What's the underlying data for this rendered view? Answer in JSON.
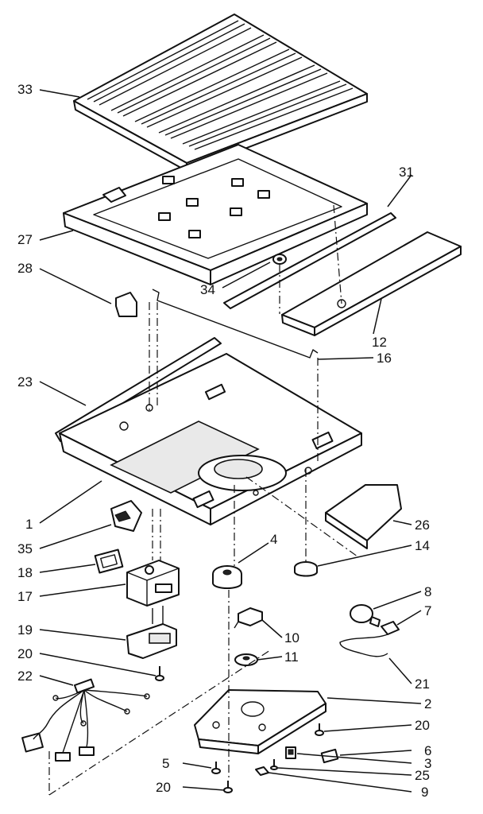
{
  "diagram": {
    "callouts": [
      {
        "id": "c33",
        "label": "33"
      },
      {
        "id": "c31",
        "label": "31"
      },
      {
        "id": "c27",
        "label": "27"
      },
      {
        "id": "c28",
        "label": "28"
      },
      {
        "id": "c34",
        "label": "34"
      },
      {
        "id": "c12",
        "label": "12"
      },
      {
        "id": "c16",
        "label": "16"
      },
      {
        "id": "c23",
        "label": "23"
      },
      {
        "id": "c1",
        "label": "1"
      },
      {
        "id": "c26",
        "label": "26"
      },
      {
        "id": "c35",
        "label": "35"
      },
      {
        "id": "c4",
        "label": "4"
      },
      {
        "id": "c14",
        "label": "14"
      },
      {
        "id": "c18",
        "label": "18"
      },
      {
        "id": "c17",
        "label": "17"
      },
      {
        "id": "c8",
        "label": "8"
      },
      {
        "id": "c7",
        "label": "7"
      },
      {
        "id": "c19",
        "label": "19"
      },
      {
        "id": "c10",
        "label": "10"
      },
      {
        "id": "c20a",
        "label": "20"
      },
      {
        "id": "c11",
        "label": "11"
      },
      {
        "id": "c22",
        "label": "22"
      },
      {
        "id": "c21",
        "label": "21"
      },
      {
        "id": "c2",
        "label": "2"
      },
      {
        "id": "c20b",
        "label": "20"
      },
      {
        "id": "c6",
        "label": "6"
      },
      {
        "id": "c3",
        "label": "3"
      },
      {
        "id": "c5",
        "label": "5"
      },
      {
        "id": "c25",
        "label": "25"
      },
      {
        "id": "c20c",
        "label": "20"
      },
      {
        "id": "c9",
        "label": "9"
      }
    ]
  }
}
